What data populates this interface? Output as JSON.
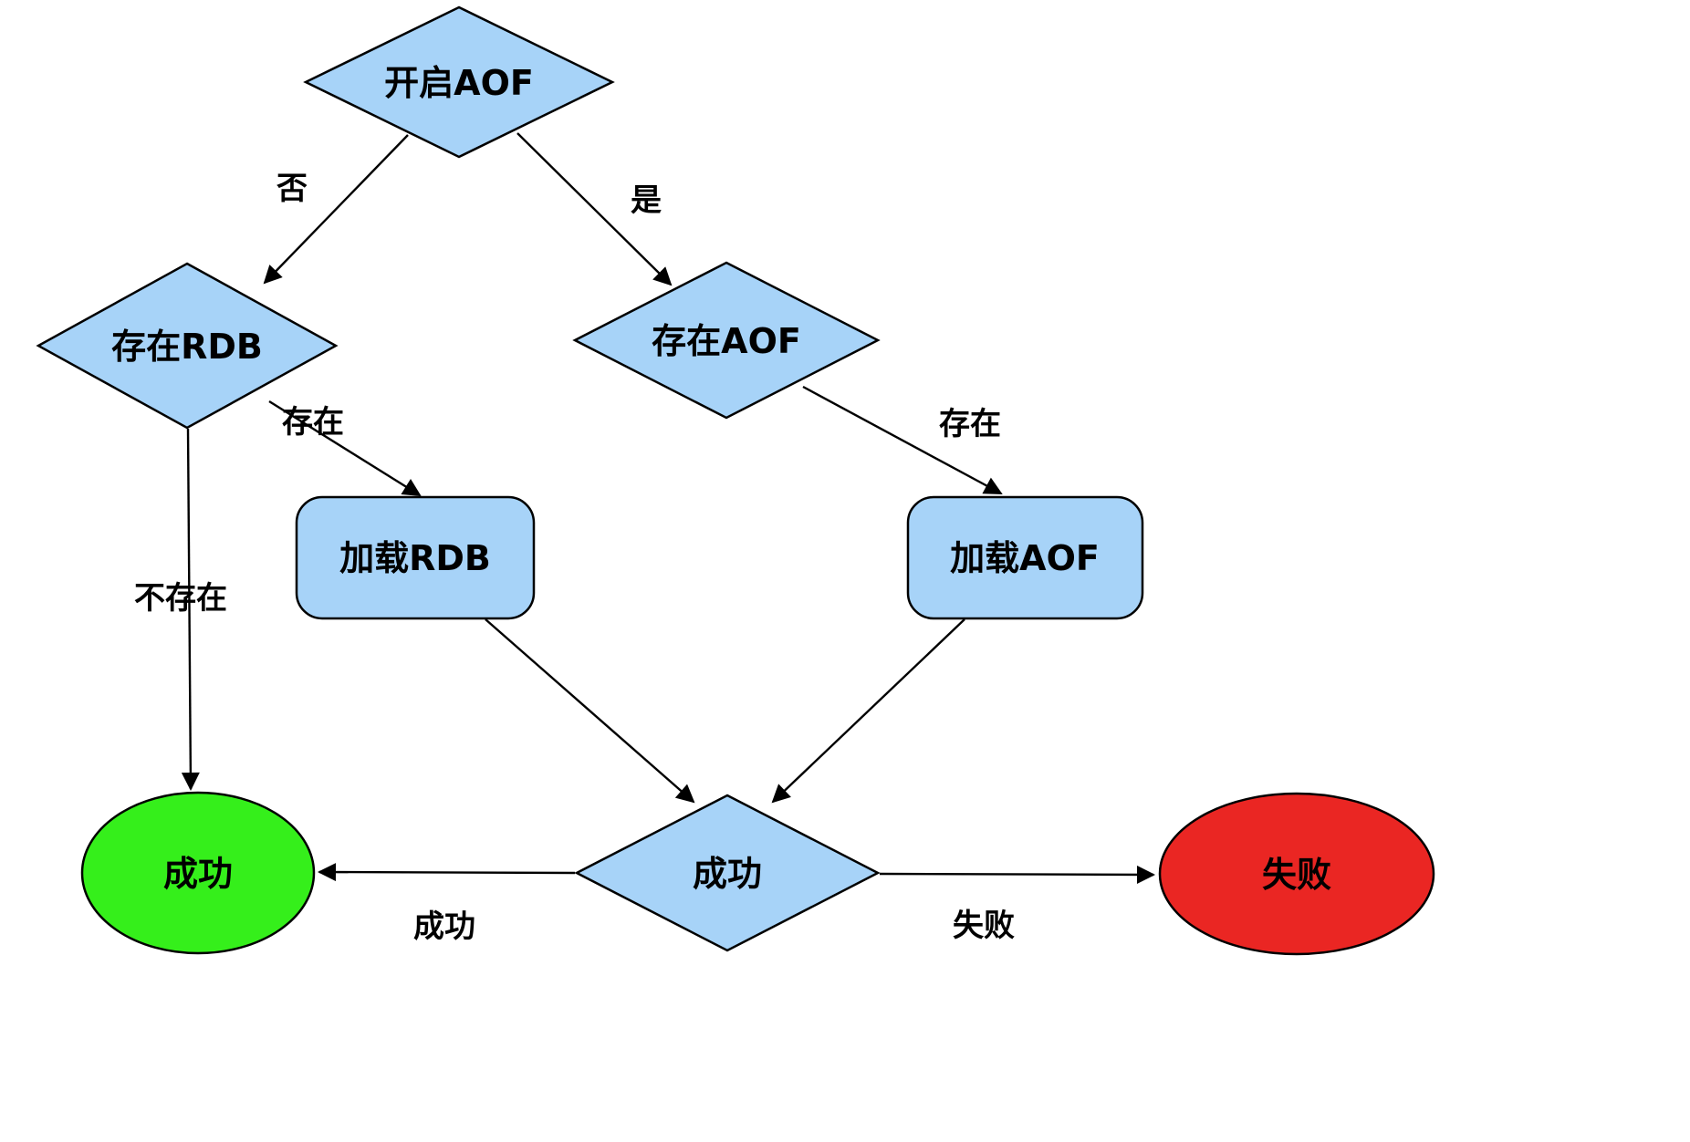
{
  "diagram": {
    "type": "flowchart",
    "topic": "Redis AOF/RDB loading flow",
    "background": "#ffffff",
    "colors": {
      "decision_fill": "#a7d3f8",
      "process_fill": "#a7d3f8",
      "success_fill": "#35ef1b",
      "failure_fill": "#ea2623",
      "stroke": "#000000",
      "arrow": "#000000"
    },
    "nodes": {
      "start": {
        "label": "开启AOF",
        "shape": "diamond"
      },
      "rdb_exists": {
        "label": "存在RDB",
        "shape": "diamond"
      },
      "aof_exists": {
        "label": "存在AOF",
        "shape": "diamond"
      },
      "load_rdb": {
        "label": "加载RDB",
        "shape": "rounded-rect"
      },
      "load_aof": {
        "label": "加载AOF",
        "shape": "rounded-rect"
      },
      "result_check": {
        "label": "成功",
        "shape": "diamond"
      },
      "success": {
        "label": "成功",
        "shape": "ellipse"
      },
      "failure": {
        "label": "失败",
        "shape": "ellipse"
      }
    },
    "edges": {
      "no": {
        "label": "否",
        "from": "start",
        "to": "rdb_exists"
      },
      "yes": {
        "label": "是",
        "from": "start",
        "to": "aof_exists"
      },
      "rdb_exist": {
        "label": "存在",
        "from": "rdb_exists",
        "to": "load_rdb"
      },
      "rdb_not_exist": {
        "label": "不存在",
        "from": "rdb_exists",
        "to": "success"
      },
      "aof_exist": {
        "label": "存在",
        "from": "aof_exists",
        "to": "load_aof"
      },
      "load_rdb_done": {
        "label": "",
        "from": "load_rdb",
        "to": "result_check"
      },
      "load_aof_done": {
        "label": "",
        "from": "load_aof",
        "to": "result_check"
      },
      "check_success": {
        "label": "成功",
        "from": "result_check",
        "to": "success"
      },
      "check_failure": {
        "label": "失败",
        "from": "result_check",
        "to": "failure"
      }
    }
  }
}
